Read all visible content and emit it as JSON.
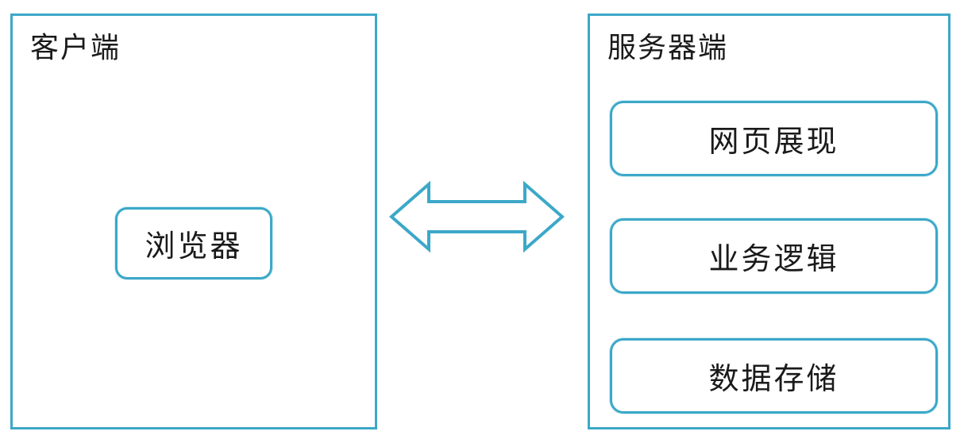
{
  "colors": {
    "accent": "#3CA8C8",
    "text": "#1A1A1A",
    "background": "#FFFFFF"
  },
  "diagram": {
    "client": {
      "title": "客户端",
      "nodes": [
        {
          "label": "浏览器"
        }
      ]
    },
    "connector": {
      "type": "double-headed-arrow",
      "direction": "horizontal"
    },
    "server": {
      "title": "服务器端",
      "nodes": [
        {
          "label": "网页展现"
        },
        {
          "label": "业务逻辑"
        },
        {
          "label": "数据存储"
        }
      ]
    }
  }
}
